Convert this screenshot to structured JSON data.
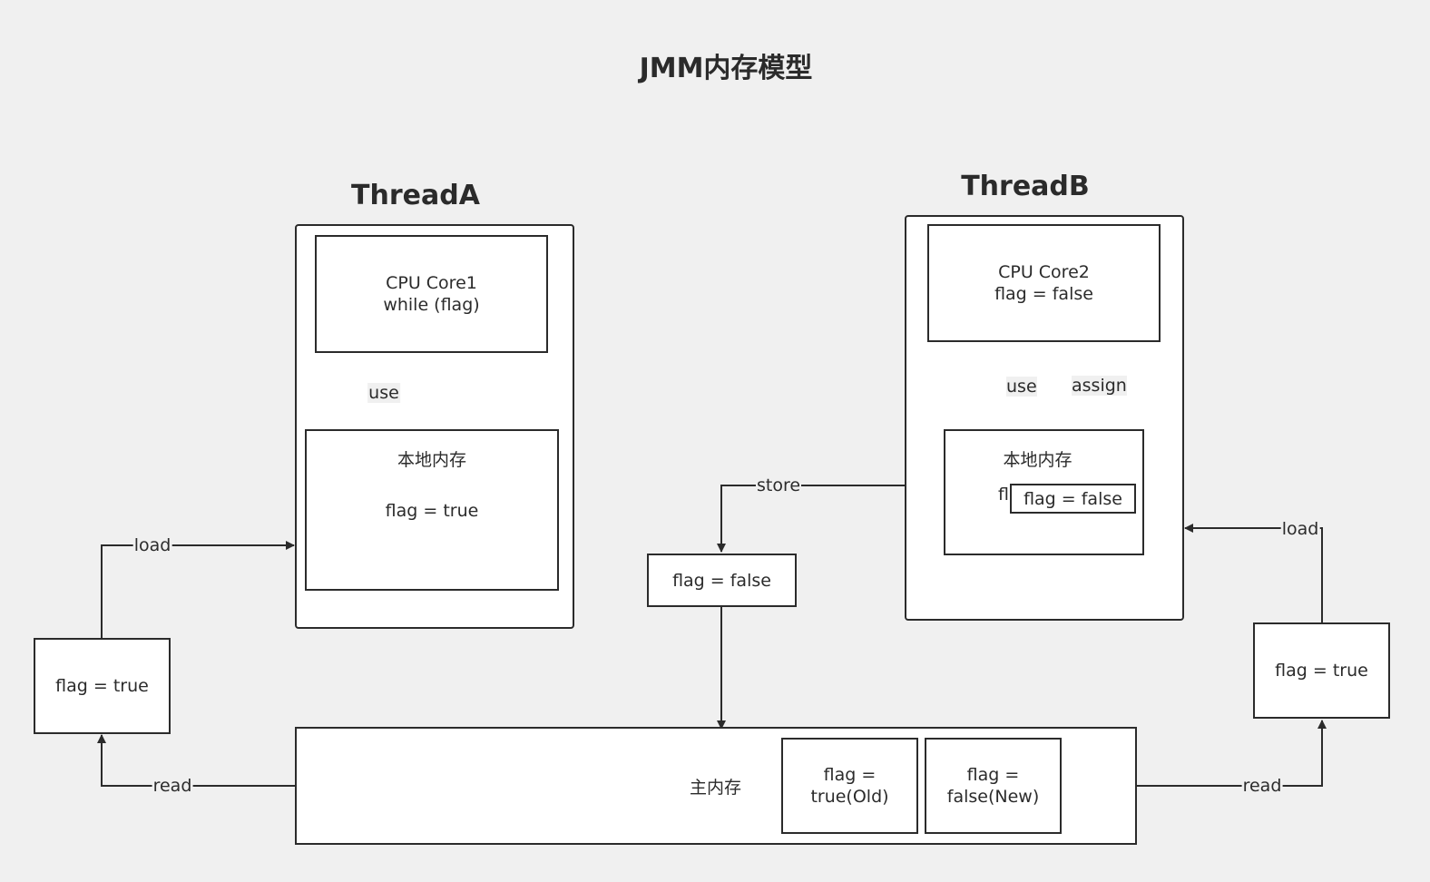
{
  "title": "JMM内存模型",
  "threadA": {
    "label": "ThreadA",
    "cpu": {
      "line1": "CPU Core1",
      "line2": "while (flag)"
    },
    "local": {
      "title": "本地内存",
      "value": "flag = true"
    },
    "use_label": "use"
  },
  "threadB": {
    "label": "ThreadB",
    "cpu": {
      "line1": "CPU Core2",
      "line2": "flag = false"
    },
    "local": {
      "title": "本地内存",
      "hidden_fragment": "fl",
      "value": "flag = false"
    },
    "use_label": "use",
    "assign_label": "assign"
  },
  "left_copy": {
    "value": "flag = true"
  },
  "right_copy": {
    "value": "flag = true"
  },
  "store_box": {
    "value": "flag = false"
  },
  "main_memory": {
    "label": "主内存",
    "old": {
      "line1": "flag =",
      "line2": "true(Old)"
    },
    "new": {
      "line1": "flag =",
      "line2": "false(New)"
    }
  },
  "edges": {
    "load_left": "load",
    "read_left": "read",
    "store": "store",
    "load_right": "load",
    "read_right": "read"
  },
  "colors": {
    "background": "#f0f0f0",
    "stroke": "#2b2b2b",
    "box_fill": "#ffffff"
  }
}
